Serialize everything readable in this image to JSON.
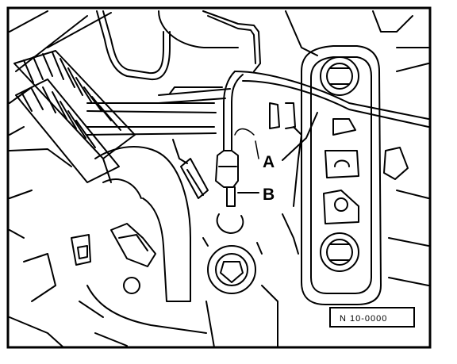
{
  "callouts": {
    "a": "A",
    "b": "B"
  },
  "figure_code": "N 10-0000",
  "colors": {
    "ink": "#000000",
    "paper": "#ffffff"
  }
}
